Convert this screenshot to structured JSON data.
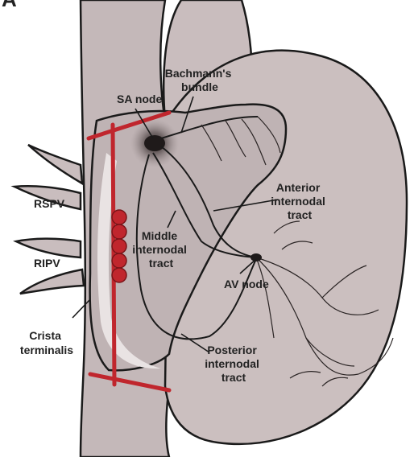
{
  "colors": {
    "tissue": "#c4b8b9",
    "tissue_light": "#d6cdcd",
    "tissue_dark": "#a89a9b",
    "outline": "#1a1a1a",
    "ablation": "#c0262d",
    "node_dark": "#1f1a1a",
    "text": "#222222",
    "background": "#ffffff"
  },
  "panel_letter": "A",
  "labels": {
    "sa_node": [
      "SA node"
    ],
    "bachmann": [
      "Bachmann's",
      "bundle"
    ],
    "anterior": [
      "Anterior",
      "internodal",
      "tract"
    ],
    "rspv": [
      "RSPV"
    ],
    "middle": [
      "Middle",
      "internodal",
      "tract"
    ],
    "ripv": [
      "RIPV"
    ],
    "av_node": [
      "AV node"
    ],
    "crista": [
      "Crista",
      "terminalis"
    ],
    "posterior": [
      "Posterior",
      "internodal",
      "tract"
    ]
  },
  "icons": {
    "ablation_lesions": "red-circle-icon",
    "sa_node_marker": "dark-node-icon",
    "av_node_marker": "dark-node-icon"
  }
}
